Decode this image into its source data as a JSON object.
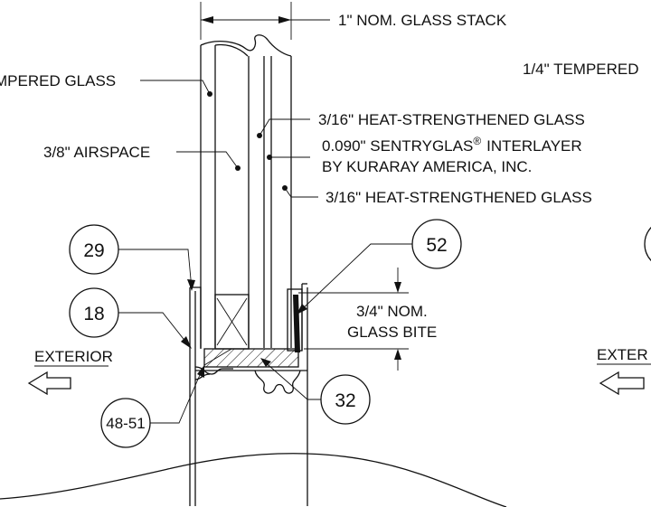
{
  "labels": {
    "glass_stack": "1\" NOM. GLASS STACK",
    "tempered_left": "MPERED GLASS",
    "tempered_right": "1/4\" TEMPERED",
    "heat_strengthened_1": "3/16\" HEAT-STRENGTHENED GLASS",
    "airspace": "3/8\" AIRSPACE",
    "interlayer_line1": "0.090\" SENTRYGLAS",
    "interlayer_reg": "®",
    "interlayer_line2": "INTERLAYER",
    "interlayer_line3": "BY KURARAY AMERICA, INC.",
    "heat_strengthened_2": "3/16\" HEAT-STRENGTHENED GLASS",
    "glass_bite_line1": "3/4\" NOM.",
    "glass_bite_line2": "GLASS BITE",
    "exterior_left": "EXTERIOR",
    "exterior_right": "EXTER"
  },
  "callouts": {
    "c29": "29",
    "c18": "18",
    "c52": "52",
    "c32": "32",
    "c4851": "48-51"
  },
  "colors": {
    "ink": "#111111",
    "background": "#ffffff"
  },
  "icons": {
    "exterior_arrow": "left-arrow-outline-icon"
  }
}
